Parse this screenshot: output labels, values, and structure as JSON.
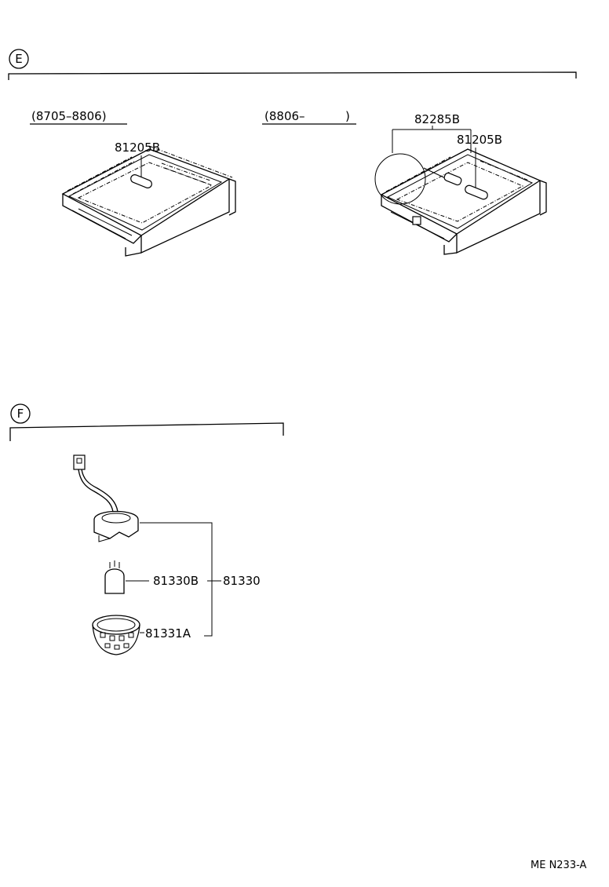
{
  "sections": {
    "e": {
      "marker": "E",
      "left_period": "(8705–8806)",
      "right_period_start": "(8806–",
      "right_period_end": ")",
      "left_part": "81205B",
      "right_parts": [
        "82285B",
        "81205B"
      ]
    },
    "f": {
      "marker": "F",
      "parts": {
        "bulb": "81330B",
        "assembly": "81330",
        "lens": "81331A"
      }
    }
  },
  "footer": {
    "code": "ME N233-A"
  }
}
